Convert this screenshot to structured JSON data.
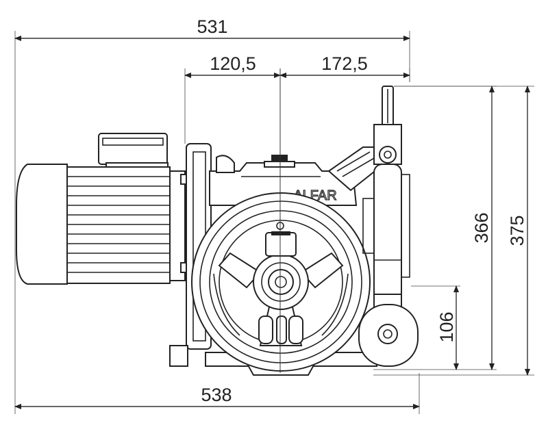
{
  "dimensions": {
    "overall_top": "531",
    "left_offset": "120,5",
    "right_offset": "172,5",
    "height_inner": "366",
    "height_outer": "375",
    "lower_height": "106",
    "overall_bottom": "538"
  },
  "brand_mark": "ALFAR",
  "colors": {
    "line": "#222222",
    "background": "#ffffff"
  }
}
